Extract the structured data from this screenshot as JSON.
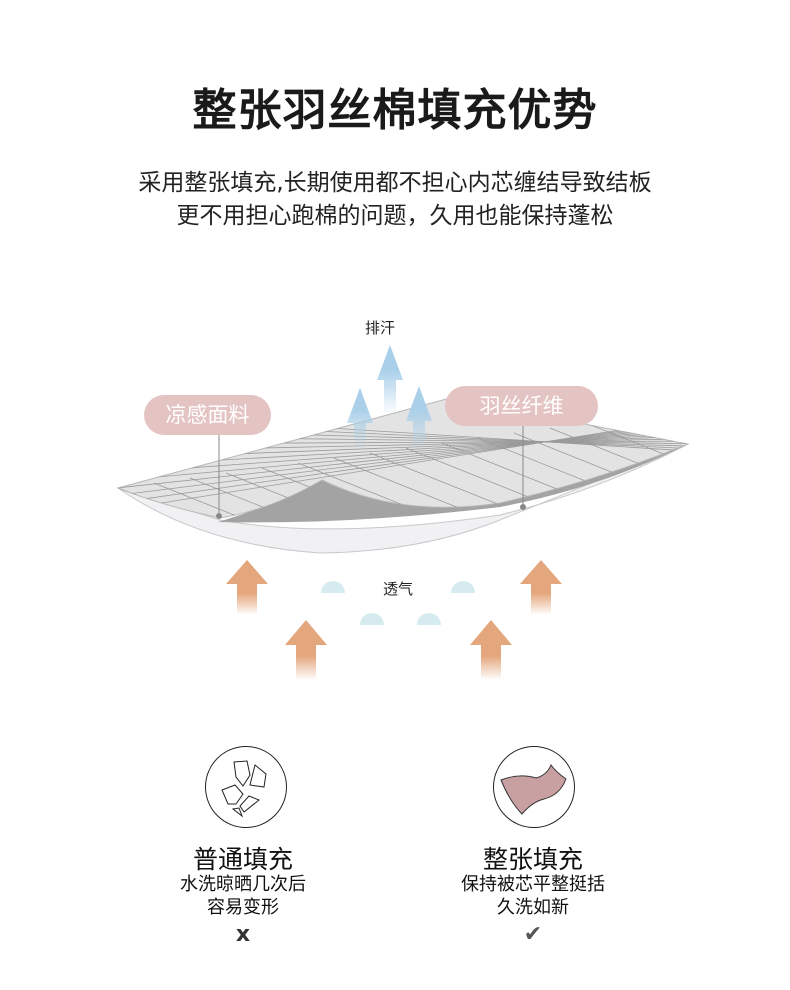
{
  "title": "整张羽丝棉填充优势",
  "subtitle": {
    "line1": "采用整张填充,长期使用都不担心内芯缠结导致结板",
    "line2": "更不用担心跑棉的问题，久用也能保持蓬松"
  },
  "diagram": {
    "sweat_label": "排汗",
    "breath_label": "透气",
    "fabric_label": "凉感面料",
    "fiber_label": "羽丝纤维",
    "colors": {
      "pill": "#e4c4c3",
      "warm_arrow": "#e4a67c",
      "cool_arrow": "#a9cfe9",
      "bubble": "#d5ebf0"
    }
  },
  "comparison": [
    {
      "icon": "broken-pieces-icon",
      "title": "普通填充",
      "desc1": "水洗晾晒几次后",
      "desc2": "容易变形",
      "mark": "x",
      "mark_icon": "cross-icon"
    },
    {
      "icon": "whole-sheet-icon",
      "title": "整张填充",
      "desc1": "保持被芯平整挺括",
      "desc2": "久洗如新",
      "mark": "✔",
      "mark_icon": "check-icon"
    }
  ]
}
